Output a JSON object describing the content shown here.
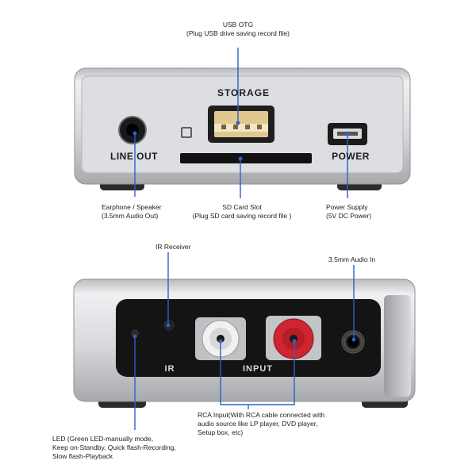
{
  "top_device": {
    "panel_labels": {
      "storage": "STORAGE",
      "line_out": "LINE OUT",
      "power": "POWER"
    },
    "callouts": {
      "usb_otg_title": "USB OTG",
      "usb_otg_desc": "(Plug USB drive saving record file)",
      "earphone_line1": "Earphone / Speaker",
      "earphone_line2": "(3.5mm Audio Out)",
      "sd_line1": "SD Card Slot",
      "sd_line2": "(Plug SD card saving record file )",
      "power_line1": "Power Supply",
      "power_line2": "(5V DC Power)"
    }
  },
  "bottom_device": {
    "panel_labels": {
      "ir": "IR",
      "input": "INPUT"
    },
    "callouts": {
      "ir_receiver": "IR Receiver",
      "audio_in": "3.5mm Audio In",
      "rca_line1": "RCA Input(With RCA cable connected with",
      "rca_line2": "audio source like LP player, DVD player,",
      "rca_line3": "Setup box, etc)",
      "led_line1": "LED (Green LED-manually mode,",
      "led_line2": "Keep on-Standby, Quick flash-Recording,",
      "led_line3": "Slow flash-Playback"
    }
  },
  "colors": {
    "callout_line": "#2a62c9",
    "chassis": "#c9cbce",
    "panel": "#151515",
    "rca_red": "#c8202a",
    "rca_white": "#eeeeee"
  }
}
